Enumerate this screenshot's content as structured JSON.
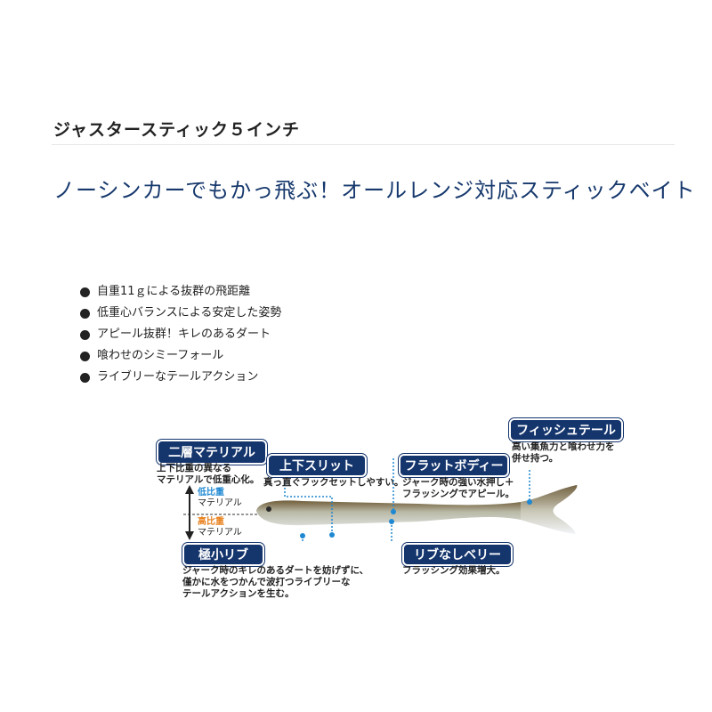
{
  "product": {
    "title": "ジャスタースティック５インチ",
    "headline": "ノーシンカーでもかっ飛ぶ！オールレンジ対応スティックベイト"
  },
  "features": [
    "自重11ｇによる抜群の飛距離",
    "低重心バランスによる安定した姿勢",
    "アピール抜群！キレのあるダート",
    "喰わせのシミーフォール",
    "ライブリーなテールアクション"
  ],
  "diagram": {
    "callouts": {
      "dual_material": {
        "label": "二層マテリアル",
        "desc": "上下比重の異なる\nマテリアルで低重心化。"
      },
      "slit": {
        "label": "上下スリット",
        "desc": "真っ直ぐフックセットしやすい。"
      },
      "flat_body": {
        "label": "フラットボディー",
        "desc": "ジャーク時の強い水押し＋\nフラッシングでアピール。"
      },
      "fish_tail": {
        "label": "フィッシュテール",
        "desc": "高い集魚力と喰わせ力を\n併せ持つ。"
      },
      "micro_rib": {
        "label": "極小リブ",
        "desc": "ジャーク時のキレのあるダートを妨げずに、\n僅かに水をつかんで波打つライブリーな\nテールアクションを生む。"
      },
      "no_rib_belly": {
        "label": "リブなしベリー",
        "desc": "フラッシング効果増大。"
      }
    },
    "material": {
      "low": {
        "key": "低比重",
        "sub": "マテリアル"
      },
      "high": {
        "key": "高比重",
        "sub": "マテリアル"
      }
    },
    "colors": {
      "pill": "#15356d",
      "leader": "#1e88d2",
      "low_density": "#1e88d2",
      "high_density": "#e8801c",
      "lure_back": "#6b5a3c",
      "lure_belly": "#e8eef4"
    }
  }
}
